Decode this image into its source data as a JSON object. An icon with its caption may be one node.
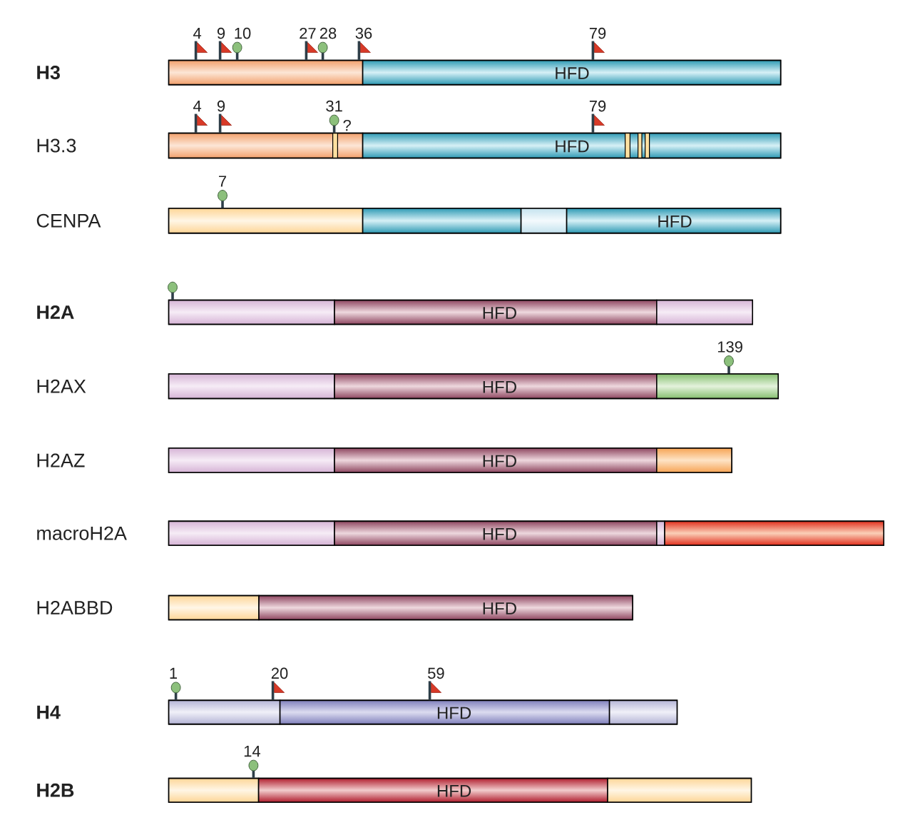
{
  "diagram": {
    "nodes": [
      {
        "text": [],
        "shape": "bar",
        "beside": [
          "4",
          "9",
          "10",
          "27",
          "28",
          "36",
          "79"
        ]
      },
      {
        "text": [],
        "shape": "bar",
        "in": 0
      },
      {
        "text": [
          "HFD"
        ],
        "in": 0
      },
      {
        "text": [],
        "shape": "bar",
        "beside": [
          "4",
          "9",
          "31",
          "?",
          "79"
        ]
      },
      {
        "text": [],
        "shape": "bar",
        "in": 3
      },
      {
        "text": [
          "HFD"
        ],
        "in": 3
      },
      {
        "text": [],
        "shape": "bar",
        "beside": [
          "7"
        ]
      },
      {
        "text": [],
        "shape": "bar",
        "in": 6
      },
      {
        "text": [],
        "shape": "bar",
        "in": 6
      },
      {
        "text": [],
        "shape": "bar",
        "in": 6
      },
      {
        "text": [
          "HFD"
        ],
        "in": 6
      },
      {
        "text": [],
        "shape": "bar"
      },
      {
        "text": [],
        "shape": "bar",
        "in": 11
      },
      {
        "text": [
          "HFD"
        ],
        "in": 11
      },
      {
        "text": [],
        "shape": "bar",
        "in": 11
      },
      {
        "text": [],
        "shape": "bar",
        "beside": [
          "139"
        ]
      },
      {
        "text": [],
        "shape": "bar",
        "in": 15
      },
      {
        "text": [
          "HFD"
        ],
        "in": 15
      },
      {
        "text": [],
        "shape": "bar",
        "in": 15
      },
      {
        "text": [],
        "shape": "bar"
      },
      {
        "text": [],
        "shape": "bar",
        "in": 19
      },
      {
        "text": [
          "HFD"
        ],
        "in": 19
      },
      {
        "text": [],
        "shape": "bar",
        "in": 19
      },
      {
        "text": [],
        "shape": "bar"
      },
      {
        "text": [],
        "shape": "bar",
        "in": 23
      },
      {
        "text": [
          "HFD"
        ],
        "in": 23
      },
      {
        "text": [],
        "shape": "bar",
        "in": 23
      },
      {
        "text": [],
        "shape": "bar",
        "in": 23
      },
      {
        "text": [],
        "shape": "bar"
      },
      {
        "text": [],
        "shape": "bar",
        "in": 28
      },
      {
        "text": [
          "HFD"
        ],
        "in": 28
      },
      {
        "text": [],
        "shape": "bar",
        "beside": [
          "1",
          "20",
          "59"
        ]
      },
      {
        "text": [],
        "shape": "bar",
        "in": 31
      },
      {
        "text": [
          "HFD"
        ],
        "in": 31
      },
      {
        "text": [],
        "shape": "bar",
        "in": 31
      },
      {
        "text": [],
        "shape": "bar",
        "beside": [
          "14"
        ]
      },
      {
        "text": [],
        "shape": "bar",
        "in": 35
      },
      {
        "text": [
          "HFD"
        ],
        "in": 35
      },
      {
        "text": [],
        "shape": "bar",
        "in": 35
      }
    ],
    "labels": [
      "H3",
      "H3.3",
      "CENPA",
      "H2A",
      "H2AX",
      "H2AZ",
      "macroH2A",
      "H2ABBD",
      "H4",
      "H2B"
    ]
  }
}
